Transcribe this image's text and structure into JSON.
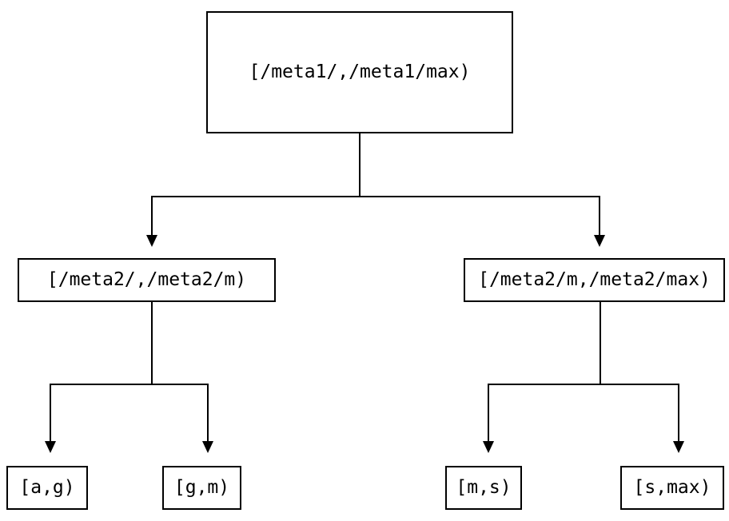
{
  "diagram": {
    "type": "tree",
    "background_color": "#ffffff",
    "line_color": "#000000",
    "node_fill_color": "#ffffff",
    "node_border_color": "#000000",
    "nodes": {
      "root": {
        "label": "[/meta1/,/meta1/max)"
      },
      "left_child": {
        "label": "[/meta2/,/meta2/m)"
      },
      "right_child": {
        "label": "[/meta2/m,/meta2/max)"
      },
      "leaf_ag": {
        "label": "[a,g)"
      },
      "leaf_gm": {
        "label": "[g,m)"
      },
      "leaf_ms": {
        "label": "[m,s)"
      },
      "leaf_smax": {
        "label": "[s,max)"
      }
    },
    "edges": [
      {
        "from": "root",
        "to": "left_child"
      },
      {
        "from": "root",
        "to": "right_child"
      },
      {
        "from": "left_child",
        "to": "leaf_ag"
      },
      {
        "from": "left_child",
        "to": "leaf_gm"
      },
      {
        "from": "right_child",
        "to": "leaf_ms"
      },
      {
        "from": "right_child",
        "to": "leaf_smax"
      }
    ]
  }
}
